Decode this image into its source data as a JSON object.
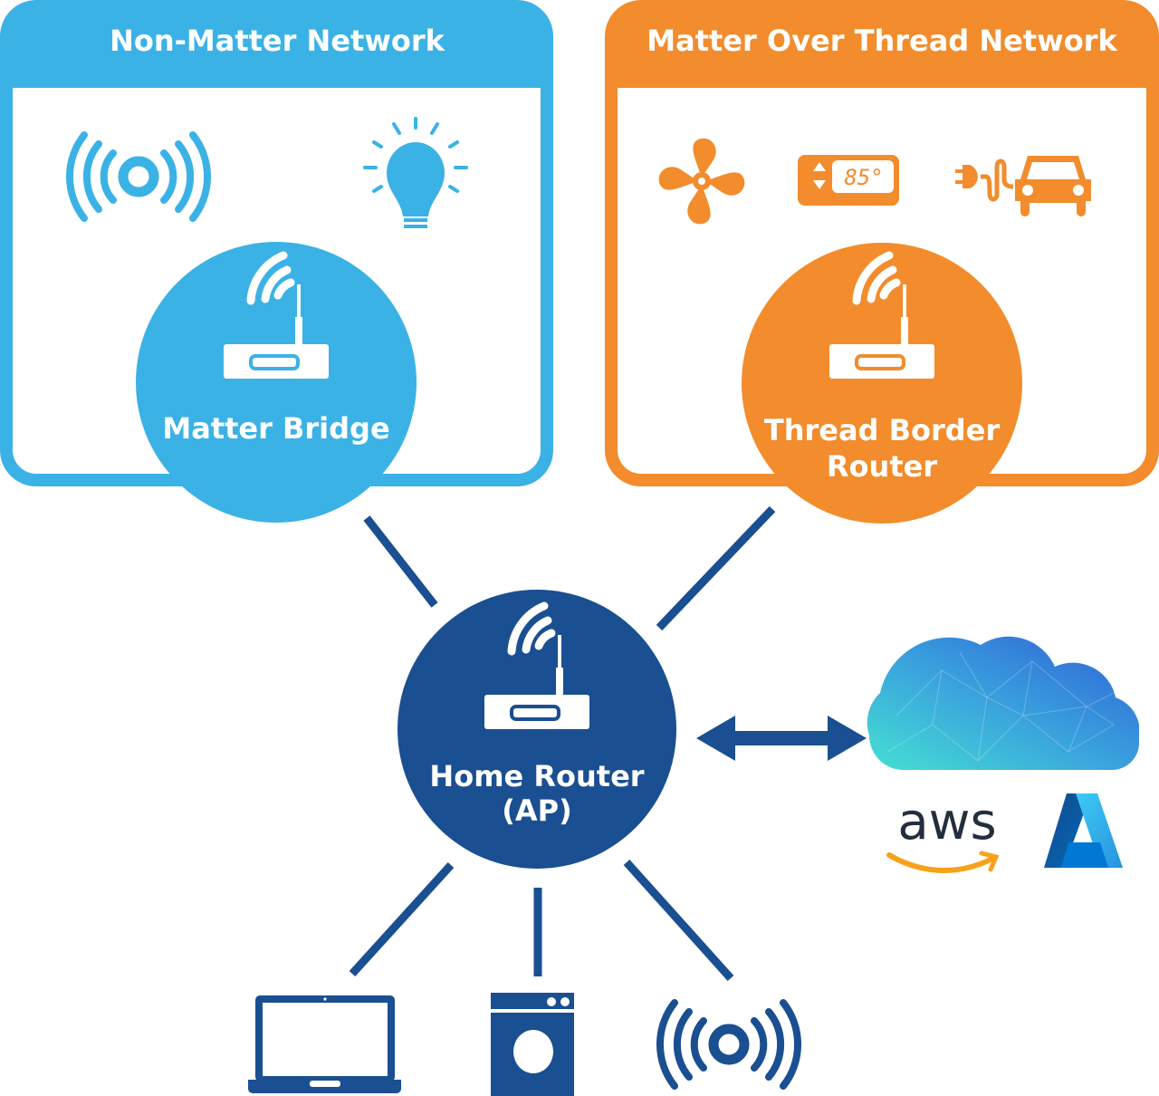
{
  "colors": {
    "non_matter": "#3bb2e5",
    "thread": "#f28c2c",
    "home": "#1a4f91",
    "white": "#ffffff",
    "aws_text": "#232f3e",
    "aws_smile": "#f7a21b"
  },
  "non_matter_network": {
    "title": "Non-Matter Network",
    "devices": [
      {
        "icon": "wireless-sensor-icon",
        "label": "Wireless sensor"
      },
      {
        "icon": "light-bulb-icon",
        "label": "Smart light bulb"
      }
    ],
    "hub": {
      "icon": "router-icon",
      "label_lines": [
        "Matter Bridge"
      ]
    }
  },
  "thread_network": {
    "title": "Matter Over Thread Network",
    "devices": [
      {
        "icon": "fan-icon",
        "label": "Fan"
      },
      {
        "icon": "thermostat-icon",
        "label": "Thermostat",
        "reading": "85°"
      },
      {
        "icon": "ev-charger-icon",
        "label": "Electric vehicle charger"
      }
    ],
    "hub": {
      "icon": "router-icon",
      "label_lines": [
        "Thread Border",
        "Router"
      ]
    }
  },
  "home_router": {
    "icon": "router-icon",
    "label_lines": [
      "Home Router",
      "(AP)"
    ]
  },
  "cloud": {
    "icon": "cloud-icon",
    "link": "bidirectional-arrow",
    "providers": [
      {
        "name": "aws",
        "icon": "aws-logo-icon"
      },
      {
        "name": "Azure",
        "icon": "azure-logo-icon"
      }
    ]
  },
  "wifi_devices": [
    {
      "icon": "laptop-icon",
      "label": "Laptop"
    },
    {
      "icon": "washing-machine-icon",
      "label": "Washing machine"
    },
    {
      "icon": "wireless-sensor-icon",
      "label": "Wireless sensor"
    }
  ]
}
